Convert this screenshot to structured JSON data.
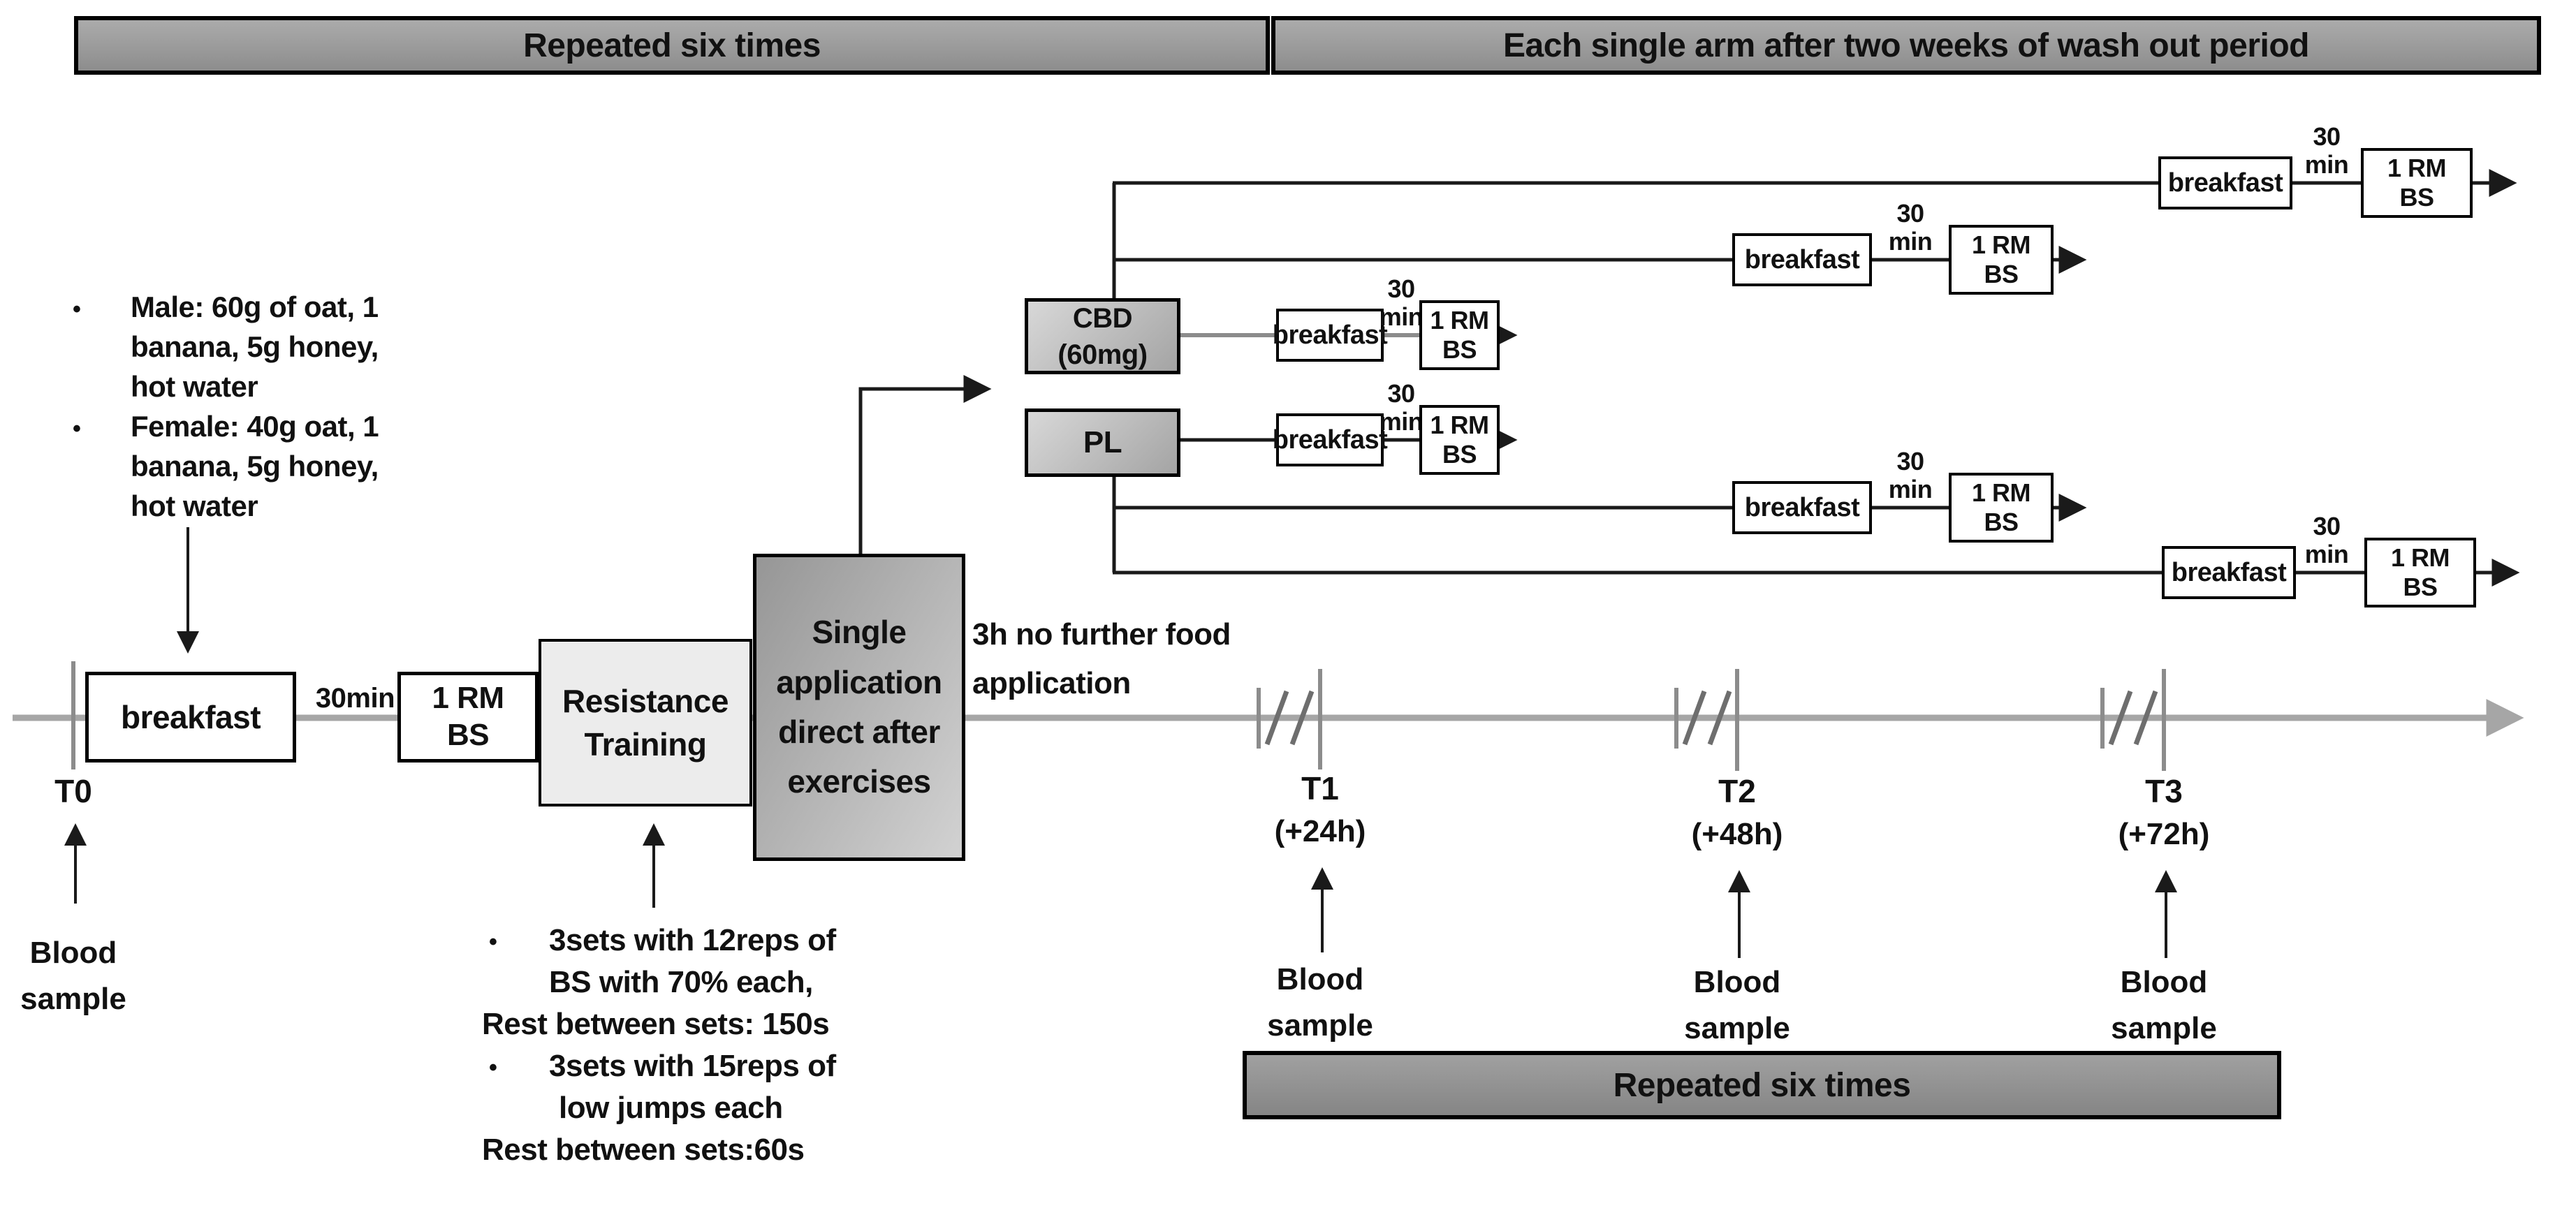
{
  "banners": {
    "repeat_top": "Repeated six times",
    "washout": "Each single arm after two weeks of wash out period",
    "repeat_bottom": "Repeated six times"
  },
  "bullet_char": "•",
  "breakfast_note": {
    "lines": [
      "Male: 60g of oat, 1",
      "banana, 5g honey,",
      "hot water",
      "Female: 40g oat, 1",
      "banana, 5g honey,",
      "hot water"
    ]
  },
  "training_note": {
    "lines": [
      "3sets with 12reps of",
      "BS with 70% each,",
      "Rest between sets: 150s",
      "3sets with 15reps of",
      "low jumps each",
      "Rest between sets:60s"
    ]
  },
  "main_flow": {
    "breakfast": "breakfast",
    "gap": "30min",
    "one_rm_line1": "1 RM",
    "one_rm_line2": "BS",
    "resistance_line1": "Resistance",
    "resistance_line2": "Training",
    "single_line1": "Single",
    "single_line2": "application",
    "single_line3": "direct after",
    "single_line4": "exercises",
    "no_food_line1": "3h no further food",
    "no_food_line2": "application"
  },
  "arms": {
    "cbd_line1": "CBD",
    "cbd_line2": "(60mg)",
    "pl": "PL"
  },
  "branch": {
    "breakfast": "breakfast",
    "gap_line1": "30",
    "gap_line2": "min",
    "one_rm_line1": "1 RM",
    "one_rm_line2": "BS"
  },
  "timepoints": {
    "t0": {
      "label": "T0",
      "blood_line1": "Blood",
      "blood_line2": "sample"
    },
    "t1": {
      "label": "T1",
      "offset": "(+24h)",
      "blood_line1": "Blood",
      "blood_line2": "sample"
    },
    "t2": {
      "label": "T2",
      "offset": "(+48h)",
      "blood_line1": "Blood",
      "blood_line2": "sample"
    },
    "t3": {
      "label": "T3",
      "offset": "(+72h)",
      "blood_line1": "Blood",
      "blood_line2": "sample"
    }
  },
  "colors": {
    "timeline_gray": "#a6a6a6",
    "tick_gray": "#8c8c8c",
    "slash_gray": "#6e6e6e",
    "connector_black": "#1a1a1a",
    "banner_gray": "#9a9a9a",
    "arm_box_gray": "#bdbdbd",
    "application_box_gray": "#b4b4b4",
    "resistance_box_gray": "#ececec"
  }
}
